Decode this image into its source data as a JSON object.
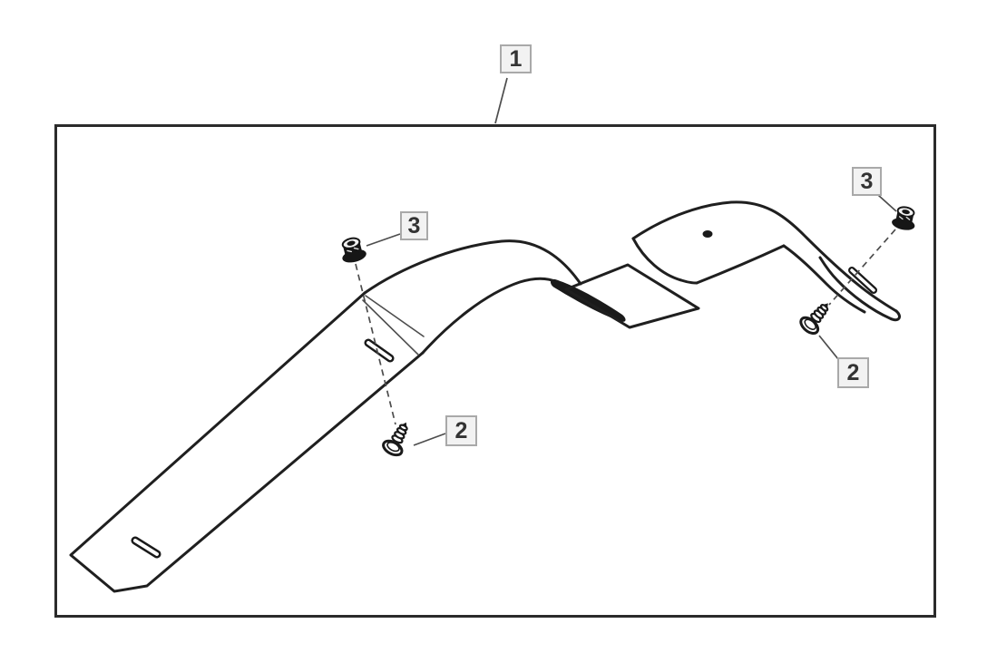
{
  "figure": {
    "type": "exploded-parts-diagram",
    "background_color": "#ffffff",
    "line_color": "#1f1f1f",
    "thin_line_color": "#4d4d4d",
    "callout_box": {
      "fill": "#f2f2f2",
      "border_color": "#a9a9a9",
      "text_color": "#333333"
    },
    "callouts": [
      {
        "label": "1",
        "refers_to": "shield-assembly"
      },
      {
        "label": "3",
        "refers_to": "flange-nut-left"
      },
      {
        "label": "3",
        "refers_to": "flange-nut-right"
      },
      {
        "label": "2",
        "refers_to": "carriage-bolt-right"
      },
      {
        "label": "2",
        "refers_to": "carriage-bolt-center"
      }
    ]
  }
}
